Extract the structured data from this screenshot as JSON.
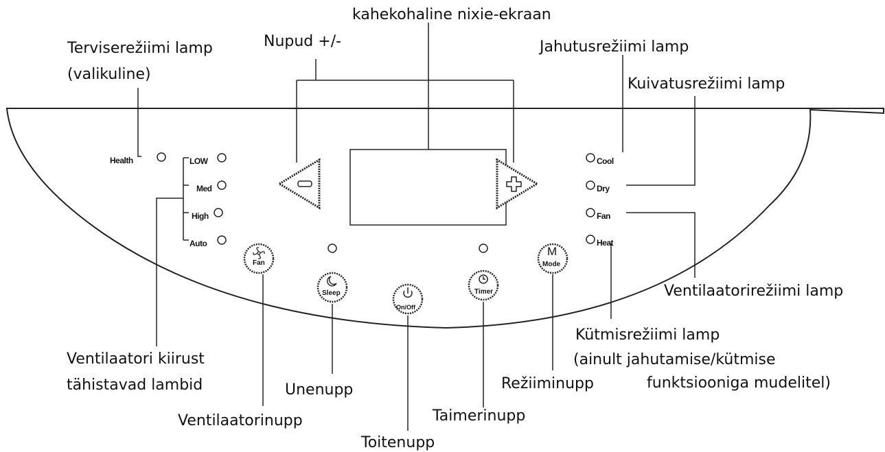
{
  "labels": {
    "display": "kahekohaline nixie-ekraan",
    "plus_minus": "Nupud +/-",
    "health_lamp_line1": "Terviserežiimi lamp",
    "health_lamp_line2": "(valikuline)",
    "cool_lamp": "Jahutusrežiimi lamp",
    "dry_lamp": "Kuivatusrežiimi lamp",
    "fan_mode_lamp": "Ventilaatorirežiimi lamp",
    "heat_lamp_line1": "Kütmisrežiimi lamp",
    "heat_lamp_line2": "(ainult jahutamise/kütmise",
    "heat_lamp_line3": "funktsiooniga mudelitel)",
    "speed_lamps_line1": "Ventilaatori kiirust",
    "speed_lamps_line2": "tähistavad lambid",
    "sleep_button": "Unenupp",
    "fan_button": "Ventilaatorinupp",
    "power_button": "Toitenupp",
    "timer_button": "Taimerinupp",
    "mode_button": "Režiiminupp"
  },
  "panel": {
    "health": "Health",
    "speeds": [
      "LOW",
      "Med",
      "High",
      "Auto"
    ],
    "modes": [
      "Cool",
      "Dry",
      "Fan",
      "Heat"
    ],
    "buttons": {
      "fan": "Fan",
      "sleep": "Sleep",
      "onoff": "On/Off",
      "timer": "Timer",
      "mode": "Mode",
      "mode_glyph": "M"
    }
  }
}
